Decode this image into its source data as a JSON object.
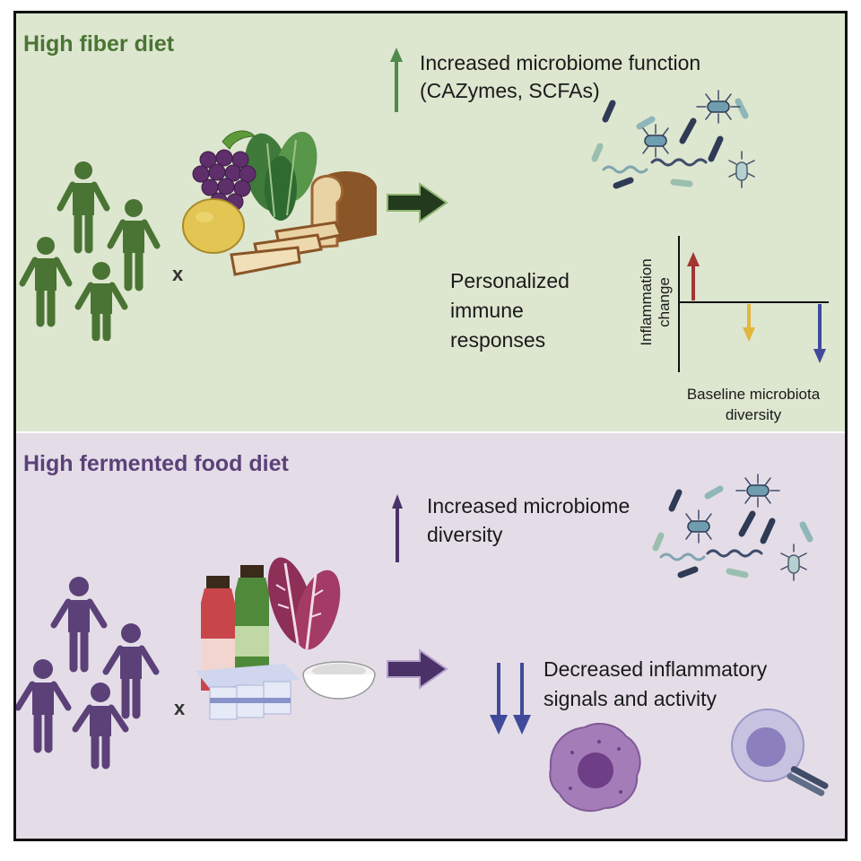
{
  "colors": {
    "fiber_panel_bg": "#dde6cf",
    "fermented_panel_bg": "#e4dde8",
    "fiber_accent": "#4a7434",
    "fermented_accent": "#5b4178",
    "up_red": "#a23631",
    "down_yellow": "#e3b63d",
    "down_blue": "#3f4b9a",
    "frame": "#111111"
  },
  "fiber": {
    "heading": "High fiber diet",
    "times": "x",
    "effect_line1": "Increased microbiome function",
    "effect_line2": "(CAZymes, SCFAs)",
    "response_line1": "Personalized",
    "response_line2": "immune",
    "response_line3": "responses",
    "chart": {
      "ylabel_line1": "Inflammation",
      "ylabel_line2": "change",
      "xlabel_line1": "Baseline microbiota",
      "xlabel_line2": "diversity"
    }
  },
  "fermented": {
    "heading": "High fermented food diet",
    "times": "x",
    "effect_line1": "Increased microbiome",
    "effect_line2": "diversity",
    "decrease_line1": "Decreased inflammatory",
    "decrease_line2": "signals and activity"
  }
}
